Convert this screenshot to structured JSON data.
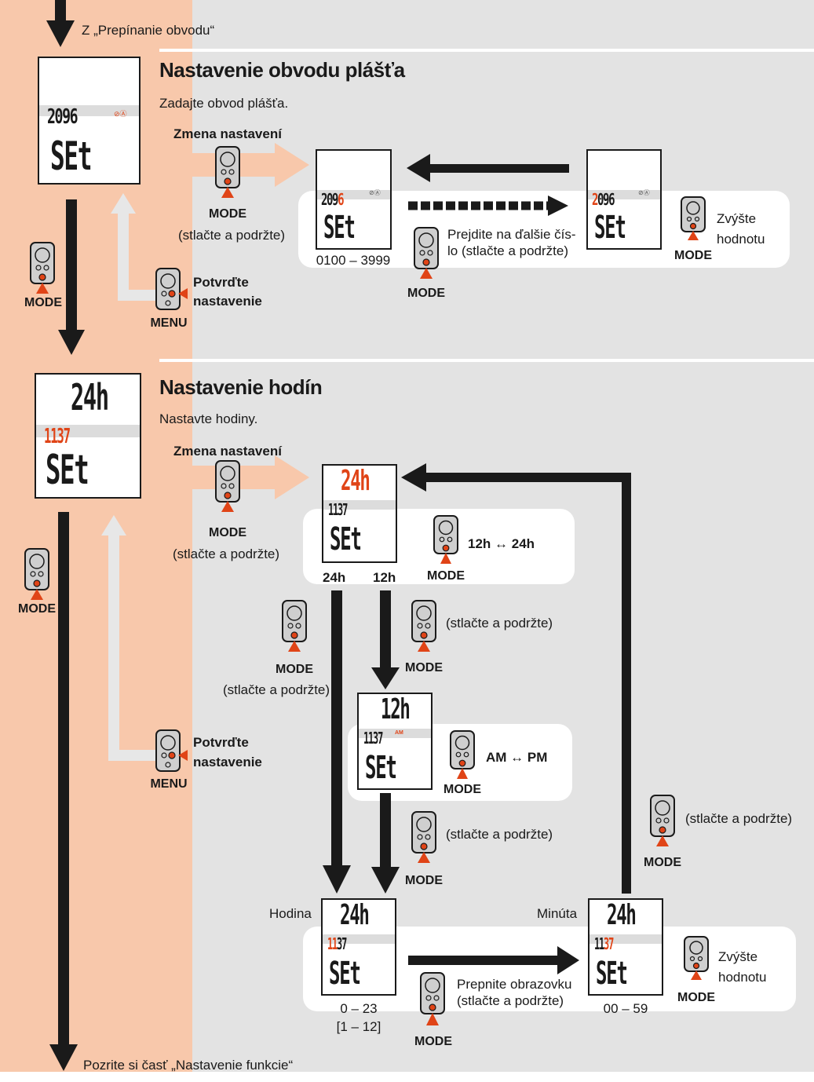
{
  "top_note": "Z „Prepínanie obvodu“",
  "bottom_note": "Pozrite si časť „Nastavenie funkcie“",
  "mode_label": "MODE",
  "menu_label": "MENU",
  "press_hold": "(stlačte a podržte)",
  "colors": {
    "orange_bg": "#f8c8ab",
    "gray_bg": "#e3e3e3",
    "accent": "#e04417"
  },
  "section1": {
    "title": "Nastavenie obvodu plášťa",
    "subtitle": "Zadajte obvod plášťa.",
    "change_label": "Zmena nastavení",
    "confirm_label": "Potvrďte\nnastavenie",
    "range": "0100 – 3999",
    "next_digit": "Prejdite na ďalšie čís-\nlo (stlačte a podržte)",
    "increase": "Zvýšte\nhodnotu",
    "lcd_value": "2096",
    "lcd_set": "SEt"
  },
  "section2": {
    "title": "Nastavenie hodín",
    "subtitle": "Nastavte hodiny.",
    "change_label": "Zmena nastavení",
    "confirm_label": "Potvrďte\nnastavenie",
    "opt_24h": "24h",
    "opt_12h": "12h",
    "toggle_12_24": "12h ↔ 24h",
    "toggle_ampm": "AM ↔ PM",
    "hour_label": "Hodina",
    "minute_label": "Minúta",
    "hour_range": "0 – 23",
    "hour_range_12": "[1 – 12]",
    "minute_range": "00 – 59",
    "switch_screen": "Prepnite obrazovku\n(stlačte a podržte)",
    "increase": "Zvýšte\nhodnotu",
    "lcd_24": "24h",
    "lcd_12": "12h",
    "lcd_time": "1137",
    "lcd_set": "SEt",
    "lcd_am": "AM"
  }
}
